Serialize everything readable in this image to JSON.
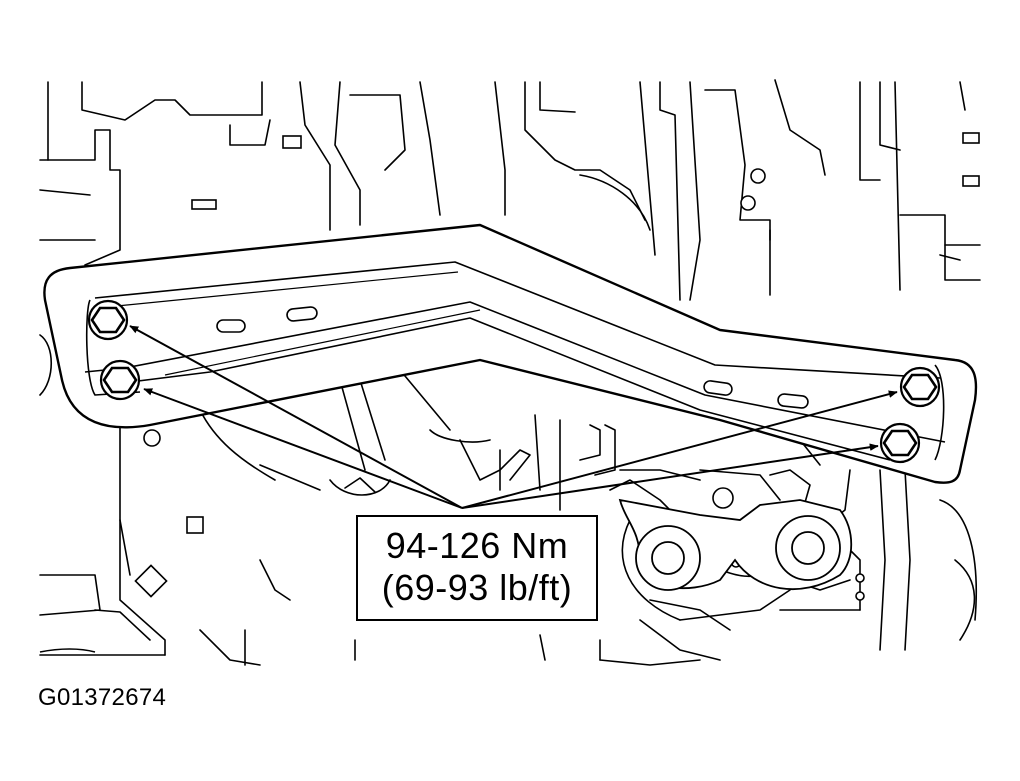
{
  "callout": {
    "torque_nm": "94-126 Nm",
    "torque_lbft": "(69-93 lb/ft)"
  },
  "figure_id": "G01372674",
  "colors": {
    "line": "#000000",
    "background": "#ffffff"
  },
  "icons": [
    "bolt-icon",
    "arrow-icon"
  ]
}
